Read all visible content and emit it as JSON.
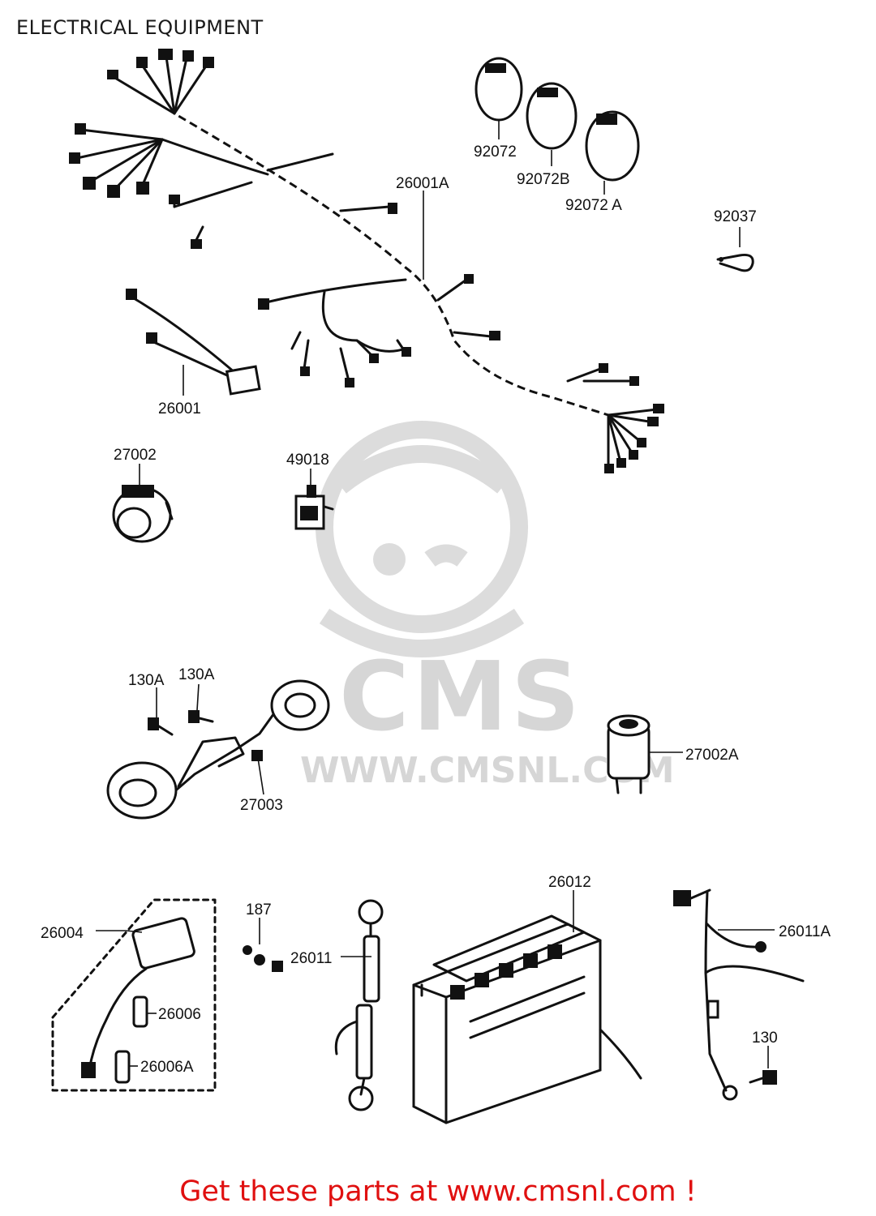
{
  "title": "ELECTRICAL EQUIPMENT",
  "footer": "Get these parts at www.cmsnl.com !",
  "watermark": {
    "brand": "CMS",
    "url": "WWW.CMSNL.COM"
  },
  "colors": {
    "footer": "#e01010",
    "watermark": "#d6d6d6",
    "ink": "#111111"
  },
  "parts": {
    "p92072": "92072",
    "p92072B": "92072B",
    "p92072A": "92072 A",
    "p26001A": "26001A",
    "p92037": "92037",
    "p26001": "26001",
    "p27002": "27002",
    "p49018": "49018",
    "p130A_1": "130A",
    "p130A_2": "130A",
    "p27002A": "27002A",
    "p27003": "27003",
    "p26012": "26012",
    "p26004": "26004",
    "p187": "187",
    "p26011": "26011",
    "p26011A": "26011A",
    "p26006": "26006",
    "p26006A": "26006A",
    "p130": "130"
  }
}
